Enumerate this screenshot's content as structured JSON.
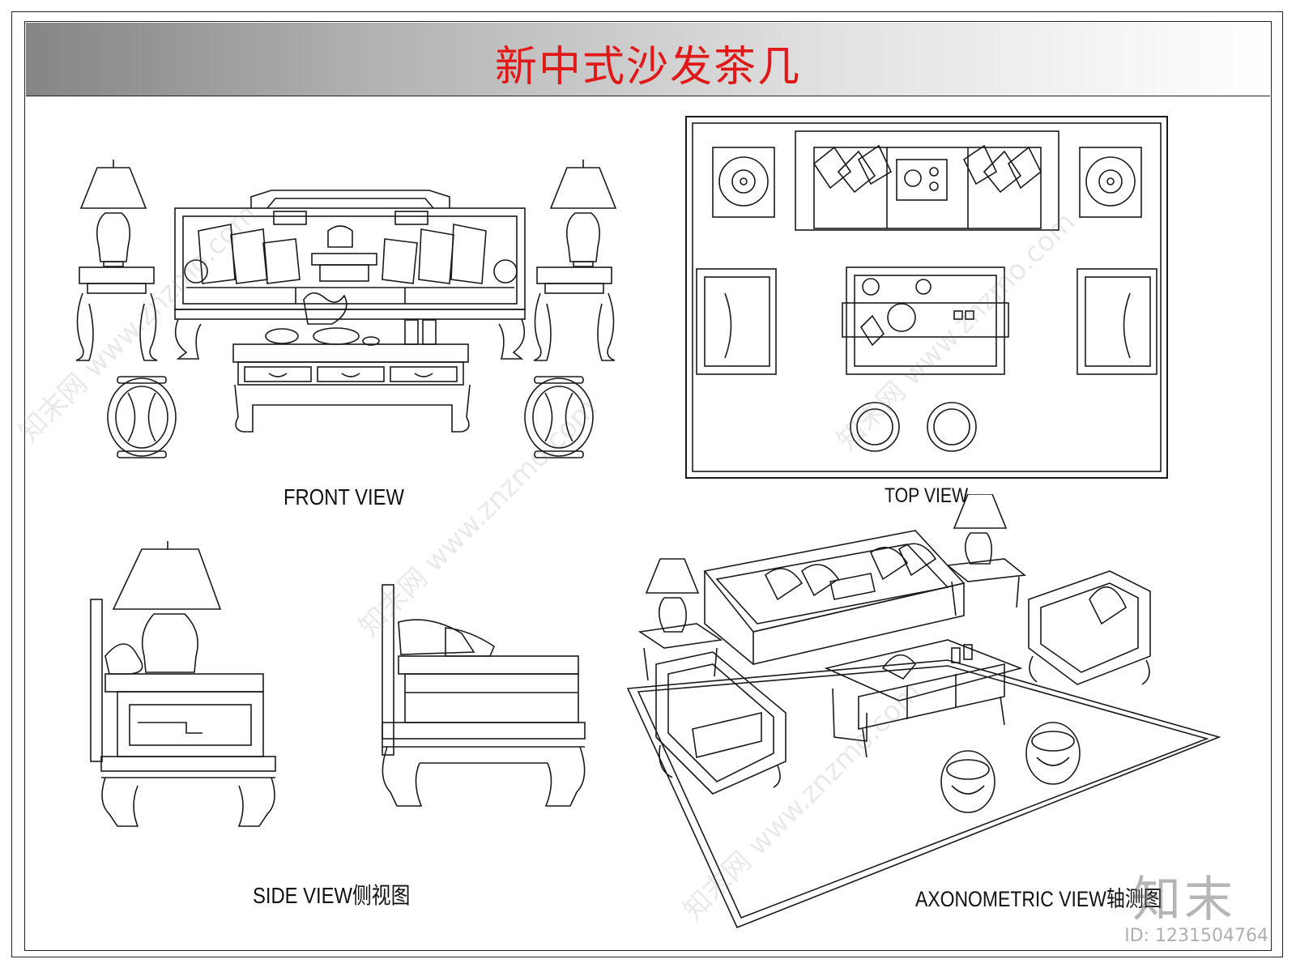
{
  "title": "新中式沙发茶几",
  "views": {
    "front": "FRONT VIEW",
    "top": "TOP VIEW",
    "side": "SIDE VIEW侧视图",
    "axonometric": "AXONOMETRIC VIEW轴测图"
  },
  "watermark": {
    "site": "知末网 www.znzmo.com",
    "brand": "知末",
    "asset_id": "ID: 1231504764"
  },
  "colors": {
    "title_red": "#e01818",
    "line": "#222222",
    "watermark": "#888888"
  }
}
